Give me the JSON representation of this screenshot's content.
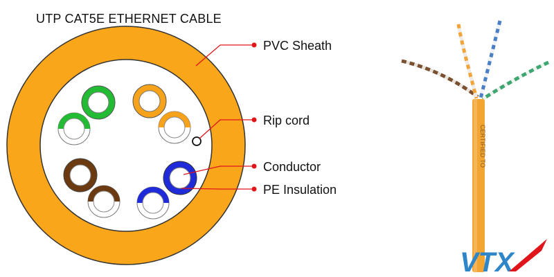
{
  "title": "UTP CAT5E ETHERNET CABLE",
  "labels": {
    "pvc_sheath": "PVC Sheath",
    "rip_cord": "Rip cord",
    "conductor": "Conductor",
    "pe_insulation": "PE Insulation"
  },
  "logo_text": "VTX",
  "jacket_print": "CERTIFIED TO",
  "colors": {
    "sheath": "#FAA61A",
    "green": "#22BB33",
    "orange": "#F7A21B",
    "brown": "#6B3A10",
    "blue": "#1F2BD8",
    "white_pair": "#FFFFFF",
    "callout": "#E0151B",
    "logo_blue": "#2E86C8",
    "logo_red": "#E0151B"
  },
  "pairs": [
    {
      "color_name": "green",
      "kind": "solid"
    },
    {
      "color_name": "green",
      "kind": "striped"
    },
    {
      "color_name": "orange",
      "kind": "solid"
    },
    {
      "color_name": "orange",
      "kind": "striped"
    },
    {
      "color_name": "brown",
      "kind": "solid"
    },
    {
      "color_name": "brown",
      "kind": "striped"
    },
    {
      "color_name": "blue",
      "kind": "solid"
    },
    {
      "color_name": "blue",
      "kind": "striped"
    }
  ]
}
